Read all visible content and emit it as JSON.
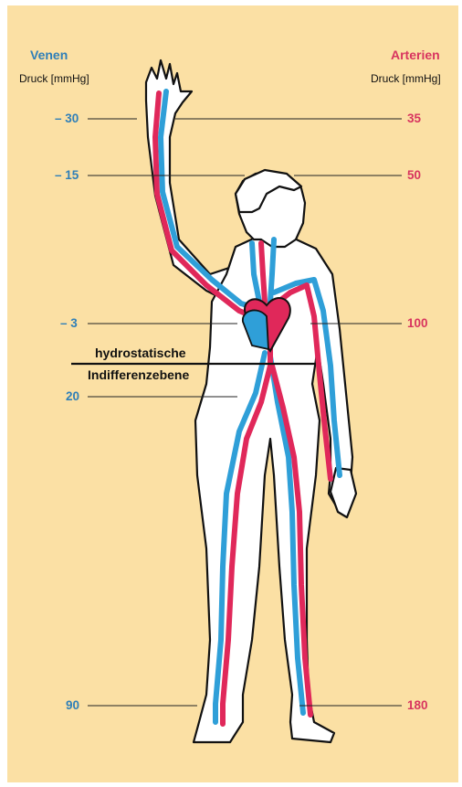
{
  "legend": {
    "left_title": "Venen",
    "left_unit": "Druck [mmHg]",
    "right_title": "Arterien",
    "right_unit": "Druck [mmHg]"
  },
  "levels": [
    {
      "name": "hand",
      "vein": "– 30",
      "artery": "35"
    },
    {
      "name": "head",
      "vein": "– 15",
      "artery": "50"
    },
    {
      "name": "heart",
      "vein": "– 3",
      "artery": "100"
    },
    {
      "name": "abdomen",
      "vein": "20",
      "artery": ""
    },
    {
      "name": "feet",
      "vein": "90",
      "artery": "180"
    }
  ],
  "indifference_plane": {
    "line1": "hydrostatische",
    "line2": "Indifferenzebene"
  },
  "colors": {
    "background": "#fbe0a4",
    "vein": "#2f9fd8",
    "artery": "#e0285a",
    "vein_text": "#2f7fb8",
    "artery_text": "#d8345f"
  }
}
